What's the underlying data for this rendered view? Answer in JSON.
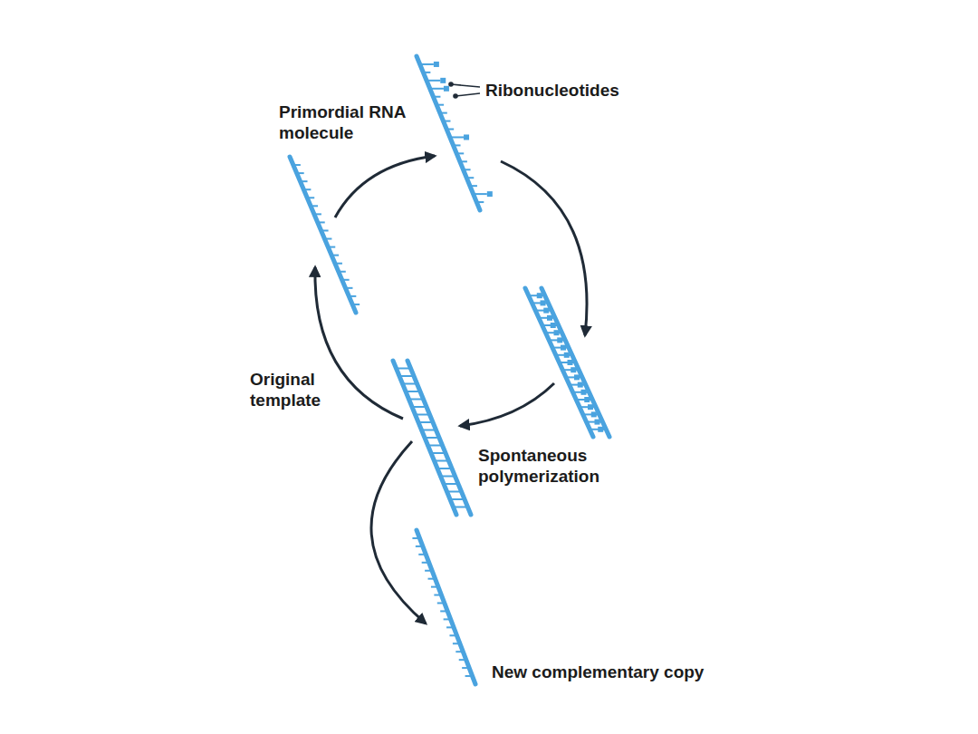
{
  "diagram": {
    "labels": [
      "Ribonucleotides",
      "Primordial RNA molecule",
      "Original template",
      "Spontaneous polymerization",
      "New complementary copy"
    ]
  }
}
